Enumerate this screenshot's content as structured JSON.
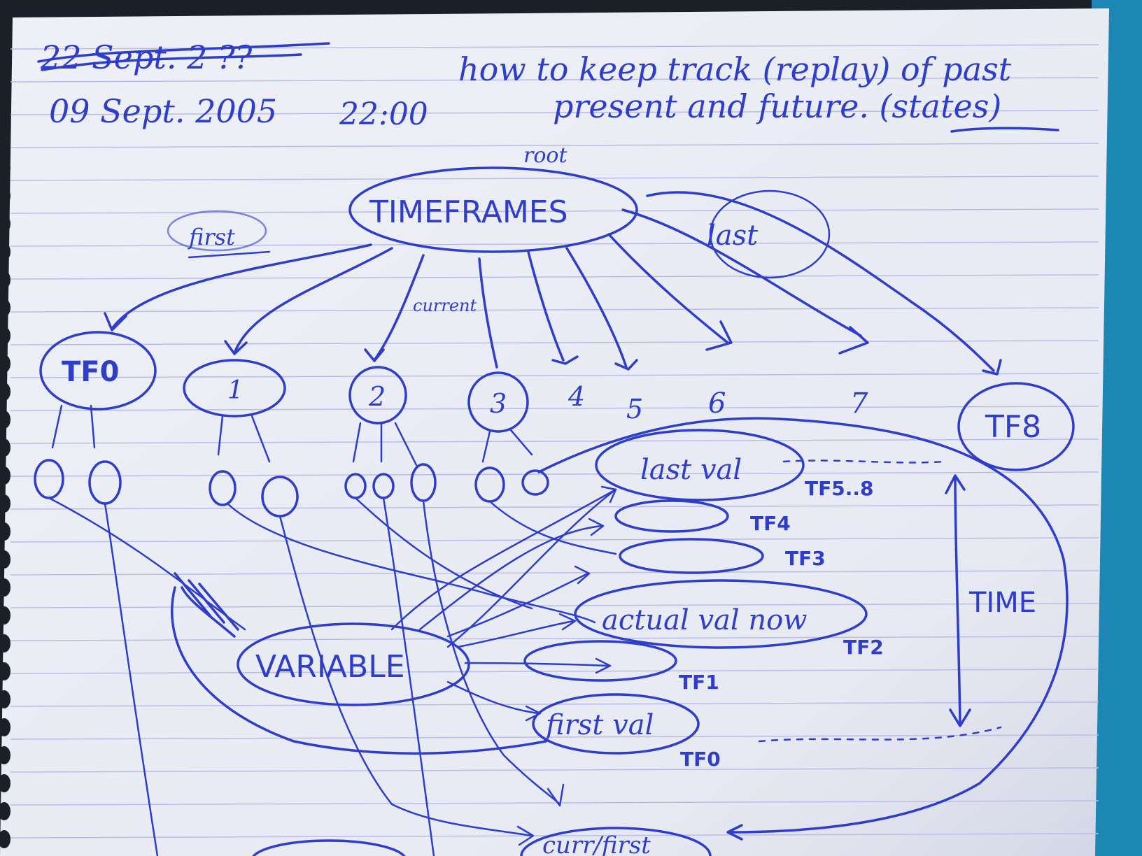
{
  "header": {
    "struck_date": "22 Sept. 2 ??",
    "date": "09 Sept. 2005",
    "time": "22:00",
    "question_line1": "how to keep track (replay) of past",
    "question_line2": "present and future. (states)"
  },
  "root_label": "root",
  "root_node": "TIMEFRAMES",
  "edge_labels": {
    "first": "first",
    "current": "current",
    "last": "last"
  },
  "timeframes": [
    "TF0",
    "1",
    "2",
    "3",
    "4",
    "5",
    "6",
    "7",
    "TF8"
  ],
  "variable_node": "VARIABLE",
  "value_slots": [
    {
      "text": "last val",
      "tag": "TF5..8"
    },
    {
      "text": "",
      "tag": "TF4"
    },
    {
      "text": "",
      "tag": "TF3"
    },
    {
      "text": "actual val now",
      "tag": "TF2"
    },
    {
      "text": "",
      "tag": "TF1"
    },
    {
      "text": "first val",
      "tag": "TF0"
    }
  ],
  "time_axis_label": "TIME",
  "bottom_node": "curr/first",
  "colors": {
    "ink": "#2f3ec8",
    "paper": "#e9ebf4",
    "ruled_line": "#b9bde6",
    "margin_background": "#1b1f2a",
    "right_background": "#1c86b4"
  }
}
